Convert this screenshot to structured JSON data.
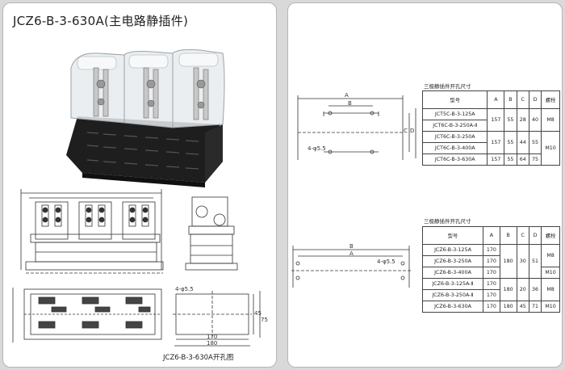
{
  "title": "JCZ6-B-3-630A(主电路静插件)",
  "drawing_caption": "JCZ6-B-3-630A开孔图",
  "dims_left": {
    "hole": "4-φ5.5",
    "d170": "170",
    "d180": "180",
    "d45": "45",
    "d75": "75"
  },
  "dims_right_top": {
    "A": "A",
    "B": "B",
    "C": "C",
    "D": "D",
    "hole": "4-φ5.5"
  },
  "dims_right_bottom": {
    "A": "A",
    "B": "B",
    "hole": "4-φ5.5"
  },
  "table1": {
    "caption": "三极静插件开孔尺寸",
    "headers": [
      "型号",
      "A",
      "B",
      "C",
      "D",
      "螺栓"
    ],
    "rows": [
      [
        "JCT5C-B-3-125A",
        "157",
        "55",
        "28",
        "40",
        "M8"
      ],
      [
        "JCT6C-B-3-250A-Ⅱ",
        "",
        "",
        "",
        "",
        ""
      ],
      [
        "JCT6C-B-3-250A",
        "157",
        "55",
        "44",
        "55",
        "M10"
      ],
      [
        "JCT6C-B-3-400A",
        "",
        "",
        "",
        "",
        ""
      ],
      [
        "JCT6C-B-3-630A",
        "157",
        "55",
        "64",
        "75",
        ""
      ]
    ]
  },
  "table2": {
    "caption": "三极静插件开孔尺寸",
    "headers": [
      "型号",
      "A",
      "B",
      "C",
      "D",
      "螺栓"
    ],
    "rows": [
      [
        "JCZ6-B-3-125A",
        "170",
        "180",
        "30",
        "51",
        "M8"
      ],
      [
        "JCZ6-B-3-250A",
        "170",
        "",
        "",
        "",
        ""
      ],
      [
        "JCZ6-B-3-400A",
        "170",
        "",
        "",
        "",
        "M10"
      ],
      [
        "JCZ6-B-3-125A-Ⅱ",
        "170",
        "180",
        "20",
        "36",
        "M8"
      ],
      [
        "JCZ6-B-3-250A-Ⅱ",
        "170",
        "",
        "",
        "",
        ""
      ],
      [
        "JCZ6-B-3-630A",
        "170",
        "180",
        "45",
        "71",
        "M10"
      ]
    ]
  }
}
